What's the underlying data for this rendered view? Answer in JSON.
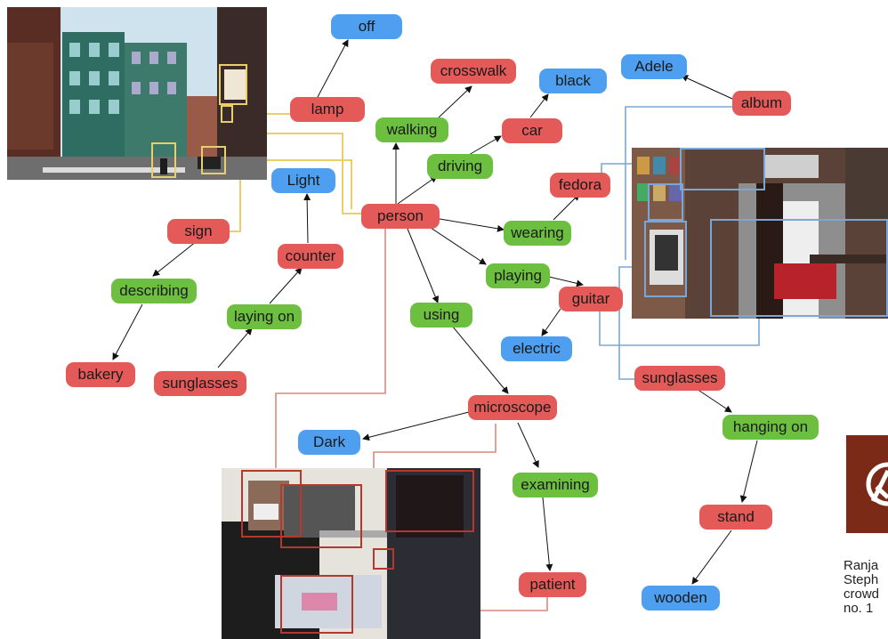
{
  "nodes": {
    "off": "off",
    "lamp": "lamp",
    "crosswalk": "crosswalk",
    "walking": "walking",
    "black": "black",
    "car": "car",
    "driving": "driving",
    "adele": "Adele",
    "album": "album",
    "fedora": "fedora",
    "light": "Light",
    "person": "person",
    "wearing": "wearing",
    "sign": "sign",
    "counter": "counter",
    "describing": "describing",
    "playing": "playing",
    "guitar": "guitar",
    "laying_on": "laying on",
    "using": "using",
    "electric": "electric",
    "bakery": "bakery",
    "sunglasses_left": "sunglasses",
    "sunglasses_right": "sunglasses",
    "microscope": "microscope",
    "hanging_on": "hanging on",
    "dark": "Dark",
    "examining": "examining",
    "stand": "stand",
    "patient": "patient",
    "wooden": "wooden"
  },
  "caption": {
    "line1": "Ranja",
    "line2": "Steph",
    "line3": "crowd",
    "line4": "no. 1"
  },
  "colors": {
    "object": "#e45a59",
    "relation": "#6cbf3f",
    "attribute": "#4f9ff0",
    "street_links": "#e8cf6a",
    "store_links": "#7aa7d8",
    "dental_links": "#d98a7a"
  },
  "photos": [
    "street-photo",
    "guitar-store-photo",
    "dental-photo"
  ]
}
